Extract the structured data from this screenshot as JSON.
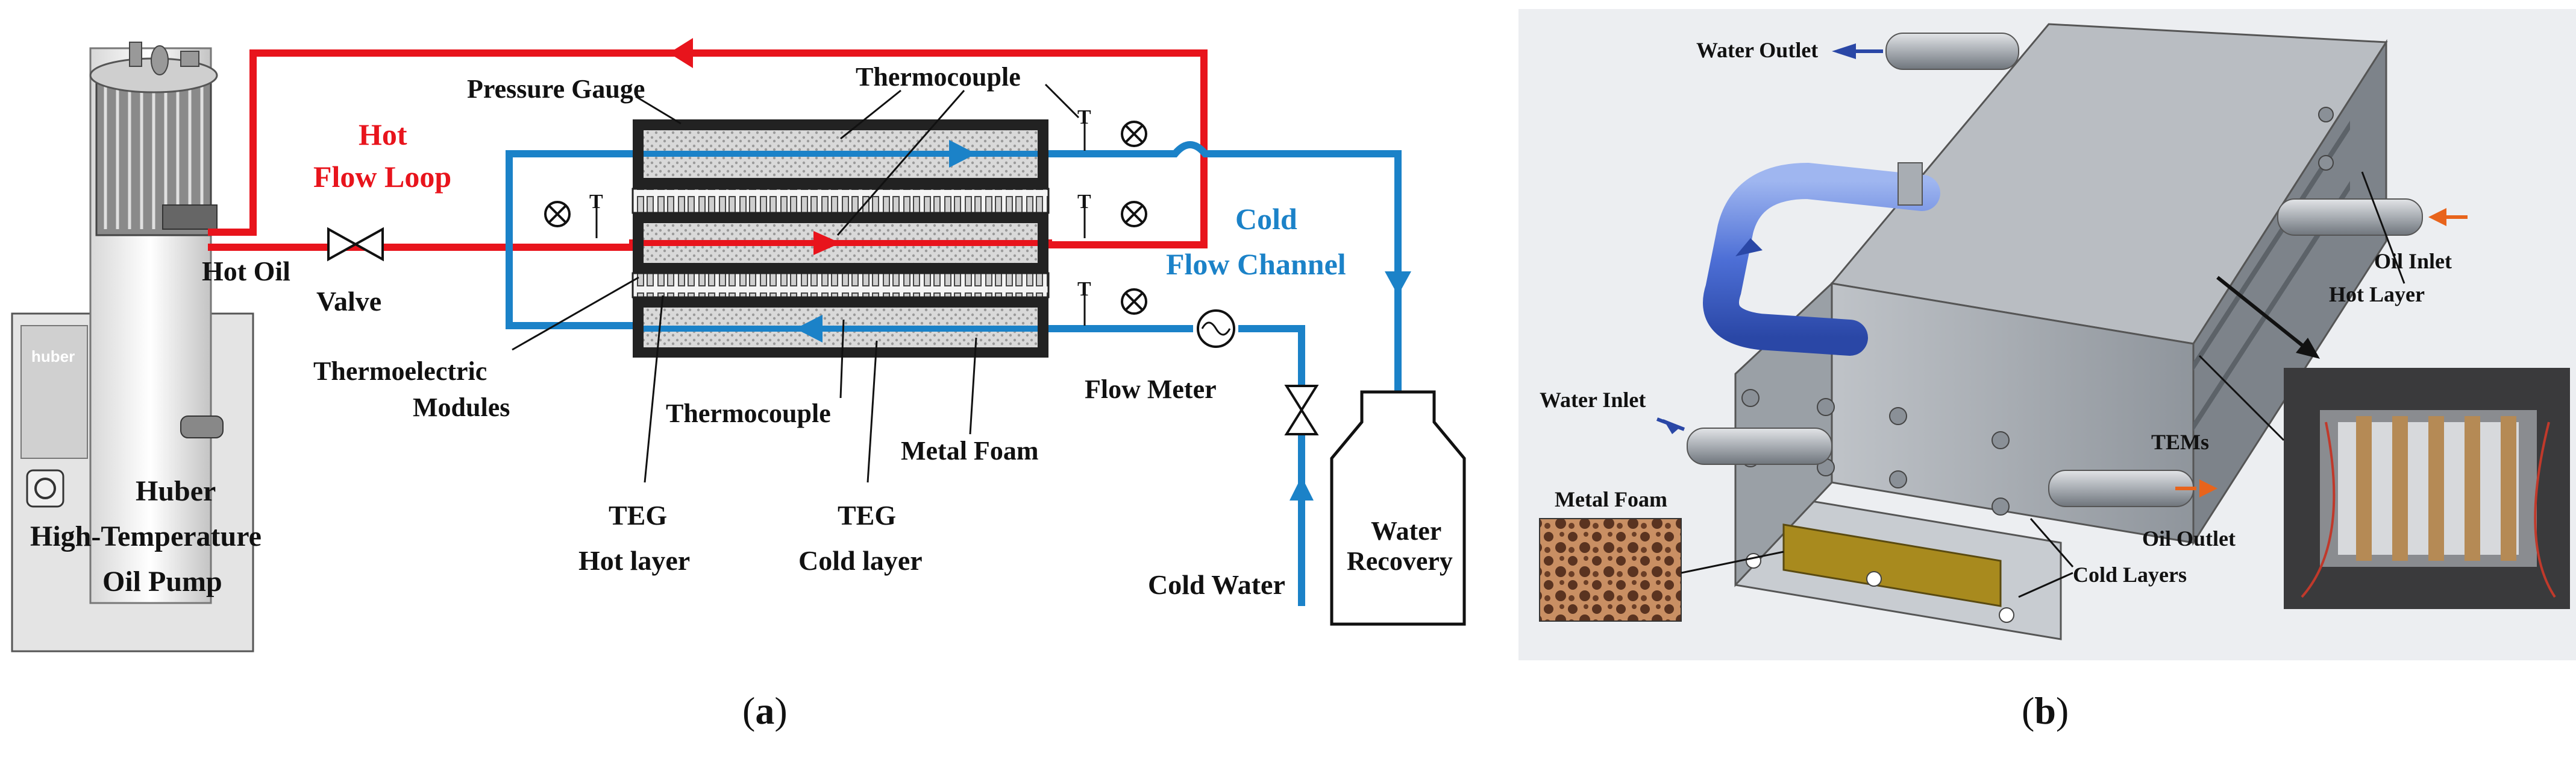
{
  "panel_a": {
    "caption_open": "(",
    "caption_letter": "a",
    "caption_close": ")",
    "labels": {
      "pressure_gauge": "Pressure Gauge",
      "thermocouple_top": "Thermocouple",
      "hot_flow_loop_1": "Hot",
      "hot_flow_loop_2": "Flow Loop",
      "cold_flow_channel_1": "Cold",
      "cold_flow_channel_2": "Flow Channel",
      "hot_oil": "Hot Oil",
      "valve": "Valve",
      "thermoelectric_1": "Thermoelectric",
      "thermoelectric_2": "Modules",
      "thermocouple_bottom": "Thermocouple",
      "metal_foam": "Metal Foam",
      "flow_meter": "Flow Meter",
      "huber_1": "Huber",
      "huber_2": "High-Temperature",
      "huber_3": "Oil Pump",
      "teg_hot_1": "TEG",
      "teg_hot_2": "Hot layer",
      "teg_cold_1": "TEG",
      "teg_cold_2": "Cold layer",
      "cold_water": "Cold Water",
      "water_recovery_1": "Water",
      "water_recovery_2": "Recovery",
      "t_mark": "T",
      "pump_brand": "huber"
    },
    "colors": {
      "hot": "#e8141c",
      "cold": "#1b82c8"
    }
  },
  "panel_b": {
    "caption_open": "(",
    "caption_letter": "b",
    "caption_close": ")",
    "labels": {
      "water_outlet": "Water Outlet",
      "oil_inlet": "Oil Inlet",
      "hot_layer": "Hot Layer",
      "water_inlet": "Water Inlet",
      "tems": "TEMs",
      "metal_foam": "Metal Foam",
      "oil_outlet": "Oil Outlet",
      "cold_layers": "Cold Layers"
    }
  }
}
